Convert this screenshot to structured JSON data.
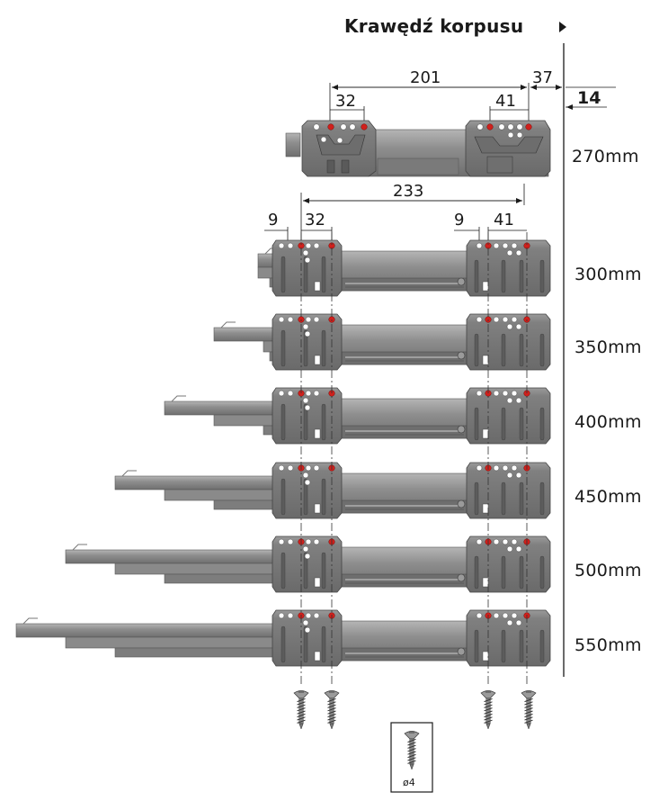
{
  "header": {
    "title": "Krawędź korpusu"
  },
  "dimensions": {
    "d201": "201",
    "d37": "37",
    "d14": "14",
    "d32_top": "32",
    "d41_top": "41",
    "d233": "233",
    "d9_left": "9",
    "d32_left": "32",
    "d9_right": "9",
    "d41_right": "41"
  },
  "sizes": [
    "270mm",
    "300mm",
    "350mm",
    "400mm",
    "450mm",
    "500mm",
    "550mm"
  ],
  "screw": {
    "label": "ø4"
  },
  "colors": {
    "bracket": "#7b7b7b",
    "rail": "#8c8c8c",
    "hole_red": "#d0201c",
    "line": "#1a1a1a"
  }
}
